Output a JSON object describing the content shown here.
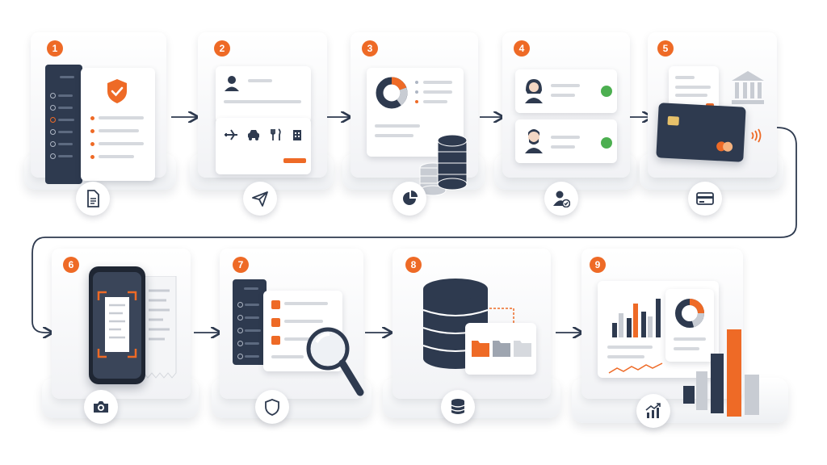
{
  "steps": [
    {
      "number": "1",
      "icon": "document-icon"
    },
    {
      "number": "2",
      "icon": "send-icon"
    },
    {
      "number": "3",
      "icon": "pie-chart-icon"
    },
    {
      "number": "4",
      "icon": "user-check-icon"
    },
    {
      "number": "5",
      "icon": "credit-card-icon"
    },
    {
      "number": "6",
      "icon": "camera-icon"
    },
    {
      "number": "7",
      "icon": "shield-icon"
    },
    {
      "number": "8",
      "icon": "database-icon"
    },
    {
      "number": "9",
      "icon": "growth-chart-icon"
    }
  ],
  "colors": {
    "accent": "#ee6a26",
    "navy": "#2e3a4f",
    "success": "#4caf50",
    "light": "#d6d9de"
  }
}
